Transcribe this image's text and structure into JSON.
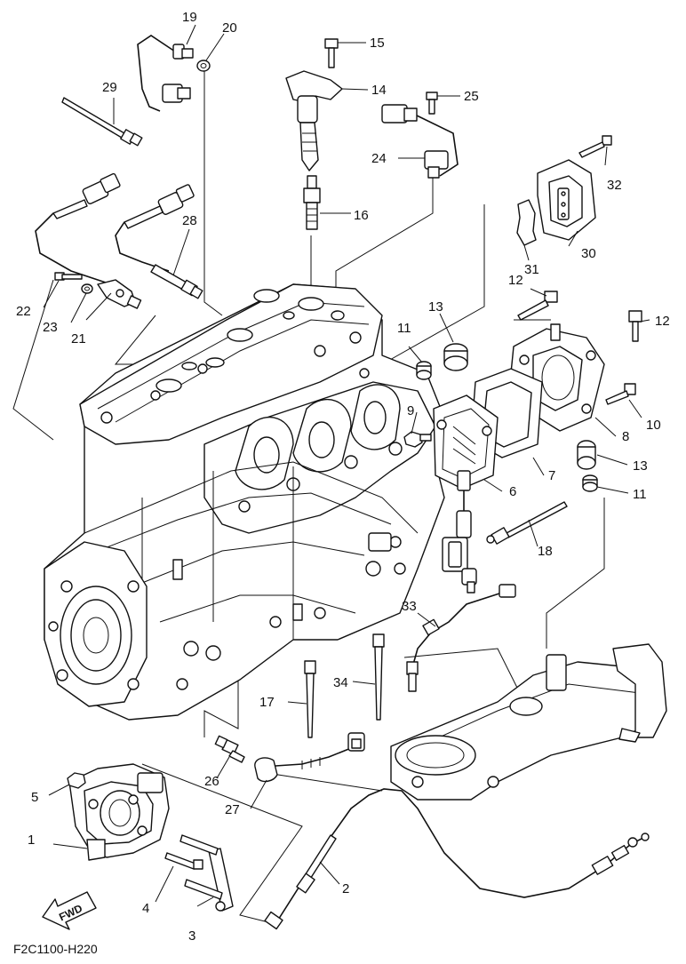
{
  "diagram_code": "F2C1100-H220",
  "fwd_label": "FWD",
  "callouts": [
    "1",
    "2",
    "3",
    "4",
    "5",
    "6",
    "7",
    "8",
    "9",
    "10",
    "11",
    "11",
    "12",
    "12",
    "13",
    "13",
    "14",
    "15",
    "16",
    "17",
    "18",
    "19",
    "20",
    "21",
    "22",
    "23",
    "24",
    "25",
    "26",
    "27",
    "28",
    "29",
    "30",
    "31",
    "32",
    "33",
    "34"
  ]
}
